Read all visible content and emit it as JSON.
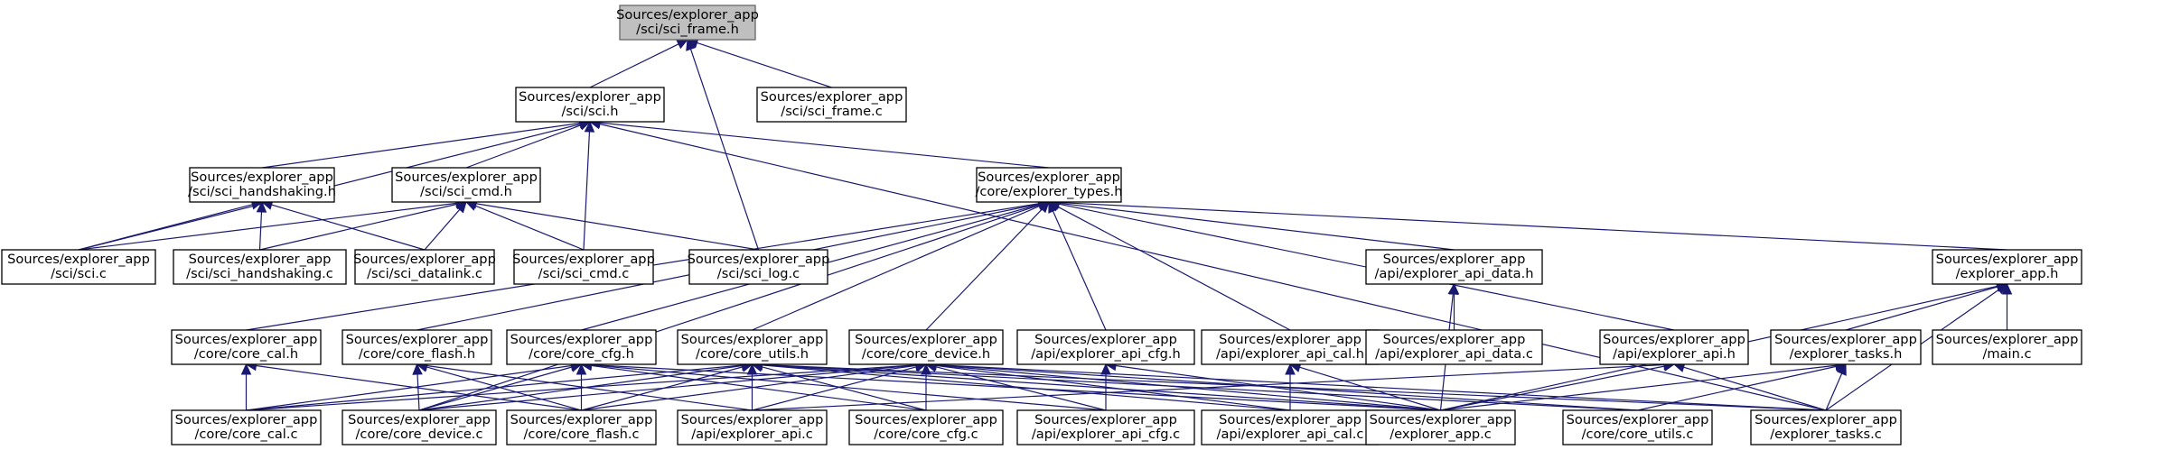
{
  "colors": {
    "edge": "#191970",
    "root_fill": "#bfbfbf",
    "node_fill": "#ffffff",
    "node_border": "#000000"
  },
  "nodes": [
    {
      "id": "sci_frame_h",
      "lines": [
        "Sources/explorer_app",
        "/sci/sci_frame.h"
      ],
      "root": true
    },
    {
      "id": "sci_h",
      "lines": [
        "Sources/explorer_app",
        "/sci/sci.h"
      ]
    },
    {
      "id": "sci_frame_c",
      "lines": [
        "Sources/explorer_app",
        "/sci/sci_frame.c"
      ]
    },
    {
      "id": "sci_handshaking_h",
      "lines": [
        "Sources/explorer_app",
        "/sci/sci_handshaking.h"
      ]
    },
    {
      "id": "sci_cmd_h",
      "lines": [
        "Sources/explorer_app",
        "/sci/sci_cmd.h"
      ]
    },
    {
      "id": "explorer_types_h",
      "lines": [
        "Sources/explorer_app",
        "/core/explorer_types.h"
      ]
    },
    {
      "id": "sci_c",
      "lines": [
        "Sources/explorer_app",
        "/sci/sci.c"
      ]
    },
    {
      "id": "sci_handshaking_c",
      "lines": [
        "Sources/explorer_app",
        "/sci/sci_handshaking.c"
      ]
    },
    {
      "id": "sci_datalink_c",
      "lines": [
        "Sources/explorer_app",
        "/sci/sci_datalink.c"
      ]
    },
    {
      "id": "sci_cmd_c",
      "lines": [
        "Sources/explorer_app",
        "/sci/sci_cmd.c"
      ]
    },
    {
      "id": "sci_log_c",
      "lines": [
        "Sources/explorer_app",
        "/sci/sci_log.c"
      ]
    },
    {
      "id": "explorer_api_data_h",
      "lines": [
        "Sources/explorer_app",
        "/api/explorer_api_data.h"
      ]
    },
    {
      "id": "explorer_app_h",
      "lines": [
        "Sources/explorer_app",
        "/explorer_app.h"
      ]
    },
    {
      "id": "core_cal_h",
      "lines": [
        "Sources/explorer_app",
        "/core/core_cal.h"
      ]
    },
    {
      "id": "core_flash_h",
      "lines": [
        "Sources/explorer_app",
        "/core/core_flash.h"
      ]
    },
    {
      "id": "core_cfg_h",
      "lines": [
        "Sources/explorer_app",
        "/core/core_cfg.h"
      ]
    },
    {
      "id": "core_utils_h",
      "lines": [
        "Sources/explorer_app",
        "/core/core_utils.h"
      ]
    },
    {
      "id": "core_device_h",
      "lines": [
        "Sources/explorer_app",
        "/core/core_device.h"
      ]
    },
    {
      "id": "explorer_api_cfg_h",
      "lines": [
        "Sources/explorer_app",
        "/api/explorer_api_cfg.h"
      ]
    },
    {
      "id": "explorer_api_cal_h",
      "lines": [
        "Sources/explorer_app",
        "/api/explorer_api_cal.h"
      ]
    },
    {
      "id": "explorer_api_data_c",
      "lines": [
        "Sources/explorer_app",
        "/api/explorer_api_data.c"
      ]
    },
    {
      "id": "explorer_api_h",
      "lines": [
        "Sources/explorer_app",
        "/api/explorer_api.h"
      ]
    },
    {
      "id": "explorer_tasks_h",
      "lines": [
        "Sources/explorer_app",
        "/explorer_tasks.h"
      ]
    },
    {
      "id": "main_c",
      "lines": [
        "Sources/explorer_app",
        "/main.c"
      ]
    },
    {
      "id": "core_cal_c",
      "lines": [
        "Sources/explorer_app",
        "/core/core_cal.c"
      ]
    },
    {
      "id": "core_device_c",
      "lines": [
        "Sources/explorer_app",
        "/core/core_device.c"
      ]
    },
    {
      "id": "core_flash_c",
      "lines": [
        "Sources/explorer_app",
        "/core/core_flash.c"
      ]
    },
    {
      "id": "explorer_api_c",
      "lines": [
        "Sources/explorer_app",
        "/api/explorer_api.c"
      ]
    },
    {
      "id": "core_cfg_c",
      "lines": [
        "Sources/explorer_app",
        "/core/core_cfg.c"
      ]
    },
    {
      "id": "explorer_api_cfg_c",
      "lines": [
        "Sources/explorer_app",
        "/api/explorer_api_cfg.c"
      ]
    },
    {
      "id": "explorer_api_cal_c",
      "lines": [
        "Sources/explorer_app",
        "/api/explorer_api_cal.c"
      ]
    },
    {
      "id": "explorer_app_c",
      "lines": [
        "Sources/explorer_app",
        "/explorer_app.c"
      ]
    },
    {
      "id": "core_utils_c",
      "lines": [
        "Sources/explorer_app",
        "/core/core_utils.c"
      ]
    },
    {
      "id": "explorer_tasks_c",
      "lines": [
        "Sources/explorer_app",
        "/explorer_tasks.c"
      ]
    }
  ],
  "edges": [
    [
      "sci_h",
      "sci_frame_h"
    ],
    [
      "sci_frame_c",
      "sci_frame_h"
    ],
    [
      "sci_log_c",
      "sci_frame_h"
    ],
    [
      "sci_handshaking_h",
      "sci_h"
    ],
    [
      "sci_cmd_h",
      "sci_h"
    ],
    [
      "explorer_types_h",
      "sci_h"
    ],
    [
      "sci_c",
      "sci_h"
    ],
    [
      "sci_cmd_c",
      "sci_h"
    ],
    [
      "explorer_tasks_c",
      "sci_h"
    ],
    [
      "sci_c",
      "sci_handshaking_h"
    ],
    [
      "sci_handshaking_c",
      "sci_handshaking_h"
    ],
    [
      "sci_datalink_c",
      "sci_handshaking_h"
    ],
    [
      "sci_c",
      "sci_cmd_h"
    ],
    [
      "sci_handshaking_c",
      "sci_cmd_h"
    ],
    [
      "sci_datalink_c",
      "sci_cmd_h"
    ],
    [
      "sci_cmd_c",
      "sci_cmd_h"
    ],
    [
      "sci_log_c",
      "sci_cmd_h"
    ],
    [
      "core_cal_h",
      "explorer_types_h"
    ],
    [
      "core_flash_h",
      "explorer_types_h"
    ],
    [
      "core_cfg_h",
      "explorer_types_h"
    ],
    [
      "core_utils_h",
      "explorer_types_h"
    ],
    [
      "core_device_h",
      "explorer_types_h"
    ],
    [
      "explorer_api_cfg_h",
      "explorer_types_h"
    ],
    [
      "explorer_api_cal_h",
      "explorer_types_h"
    ],
    [
      "explorer_api_data_h",
      "explorer_types_h"
    ],
    [
      "explorer_api_h",
      "explorer_types_h"
    ],
    [
      "explorer_app_h",
      "explorer_types_h"
    ],
    [
      "core_device_c",
      "explorer_types_h"
    ],
    [
      "explorer_api_data_c",
      "explorer_api_data_h"
    ],
    [
      "explorer_app_c",
      "explorer_api_data_h"
    ],
    [
      "explorer_tasks_h",
      "explorer_app_h"
    ],
    [
      "main_c",
      "explorer_app_h"
    ],
    [
      "explorer_app_c",
      "explorer_app_h"
    ],
    [
      "explorer_tasks_c",
      "explorer_app_h"
    ],
    [
      "core_cal_c",
      "core_cal_h"
    ],
    [
      "core_flash_c",
      "core_cal_h"
    ],
    [
      "core_device_c",
      "core_flash_h"
    ],
    [
      "core_flash_c",
      "core_flash_h"
    ],
    [
      "explorer_api_c",
      "core_flash_h"
    ],
    [
      "core_cal_c",
      "core_cfg_h"
    ],
    [
      "core_device_c",
      "core_cfg_h"
    ],
    [
      "core_flash_c",
      "core_cfg_h"
    ],
    [
      "core_cfg_c",
      "core_cfg_h"
    ],
    [
      "explorer_api_cfg_c",
      "core_cfg_h"
    ],
    [
      "explorer_app_c",
      "core_cfg_h"
    ],
    [
      "core_cal_c",
      "core_utils_h"
    ],
    [
      "core_device_c",
      "core_utils_h"
    ],
    [
      "core_flash_c",
      "core_utils_h"
    ],
    [
      "explorer_api_c",
      "core_utils_h"
    ],
    [
      "core_cfg_c",
      "core_utils_h"
    ],
    [
      "explorer_api_cal_c",
      "core_utils_h"
    ],
    [
      "explorer_app_c",
      "core_utils_h"
    ],
    [
      "core_utils_c",
      "core_utils_h"
    ],
    [
      "explorer_tasks_c",
      "core_utils_h"
    ],
    [
      "core_cal_c",
      "core_device_h"
    ],
    [
      "core_device_c",
      "core_device_h"
    ],
    [
      "core_flash_c",
      "core_device_h"
    ],
    [
      "explorer_api_c",
      "core_device_h"
    ],
    [
      "core_cfg_c",
      "core_device_h"
    ],
    [
      "explorer_api_cfg_c",
      "core_device_h"
    ],
    [
      "explorer_api_cal_c",
      "core_device_h"
    ],
    [
      "explorer_app_c",
      "core_device_h"
    ],
    [
      "core_utils_c",
      "core_device_h"
    ],
    [
      "explorer_tasks_c",
      "core_device_h"
    ],
    [
      "explorer_api_cfg_c",
      "explorer_api_cfg_h"
    ],
    [
      "explorer_app_c",
      "explorer_api_cfg_h"
    ],
    [
      "explorer_api_cal_c",
      "explorer_api_cal_h"
    ],
    [
      "explorer_app_c",
      "explorer_api_cal_h"
    ],
    [
      "explorer_api_c",
      "explorer_api_h"
    ],
    [
      "explorer_app_c",
      "explorer_api_h"
    ],
    [
      "explorer_tasks_c",
      "explorer_api_h"
    ],
    [
      "explorer_app_c",
      "explorer_tasks_h"
    ],
    [
      "explorer_tasks_c",
      "explorer_tasks_h"
    ],
    [
      "core_utils_c",
      "explorer_tasks_h"
    ]
  ]
}
